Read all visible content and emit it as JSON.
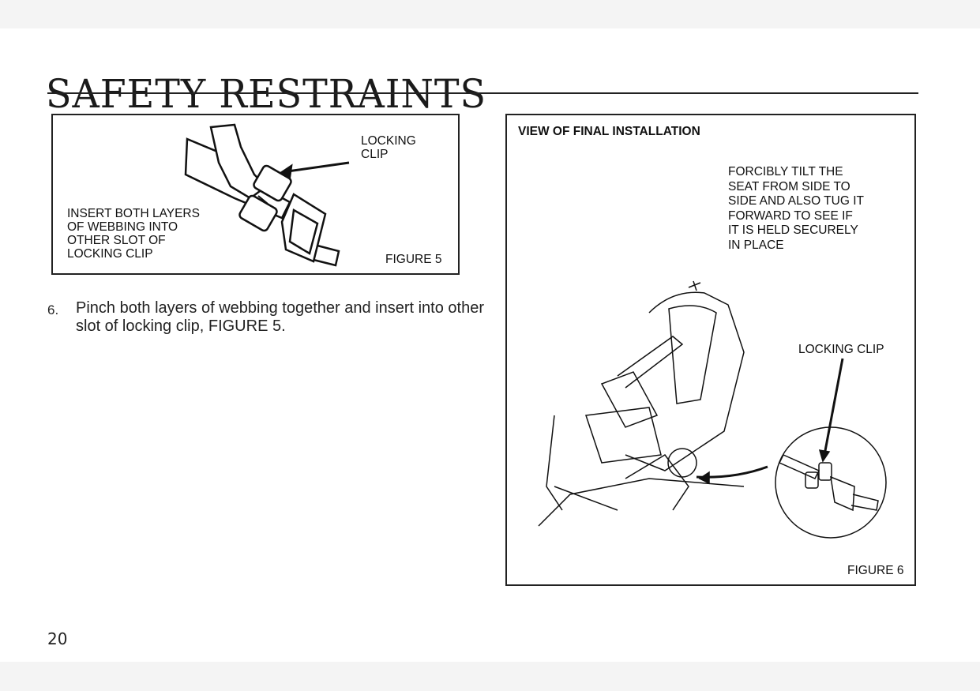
{
  "page": {
    "title": "SAFETY RESTRAINTS",
    "page_number": "20"
  },
  "figure5": {
    "callout": "LOCKING\nCLIP",
    "instruction": "INSERT BOTH LAYERS\nOF WEBBING INTO\nOTHER SLOT OF\nLOCKING CLIP",
    "caption": "FIGURE 5"
  },
  "step6": {
    "number": "6.",
    "text": "Pinch both layers of webbing together and insert into other slot of locking clip, FIGURE 5."
  },
  "figure6": {
    "heading": "VIEW OF FINAL INSTALLATION",
    "instruction": "FORCIBLY TILT THE\nSEAT FROM SIDE TO\nSIDE AND ALSO TUG IT\nFORWARD TO SEE IF\nIT IS HELD SECURELY\nIN PLACE",
    "callout": "LOCKING CLIP",
    "caption": "FIGURE 6"
  }
}
